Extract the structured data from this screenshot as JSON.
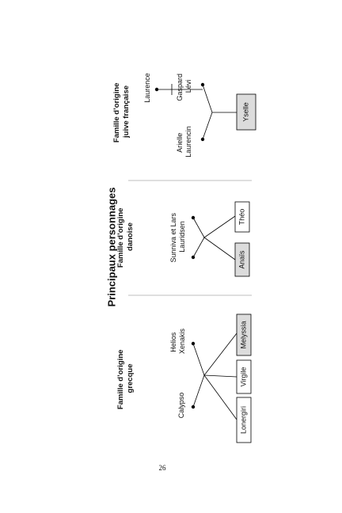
{
  "title": "Principaux personnages",
  "page_number": "26",
  "colors": {
    "box_plain": "#ffffff",
    "box_highlight": "#dcdcdc",
    "separator": "#aaaaaa"
  },
  "families": {
    "greek": {
      "heading": [
        "Famille d’origine",
        "grecque"
      ],
      "parent_a": [
        "Calypso"
      ],
      "parent_b": [
        "Helios",
        "Xenakis"
      ],
      "children": [
        {
          "name": "Lonergiri",
          "highlighted": false
        },
        {
          "name": "Virgile",
          "highlighted": false
        },
        {
          "name": "Melyssia",
          "highlighted": true
        }
      ]
    },
    "danish": {
      "heading": [
        "Famille d’origine",
        "danoise"
      ],
      "parents": [
        "Sunniva et Lars",
        "Lauridsen"
      ],
      "children": [
        {
          "name": "Anaïs",
          "highlighted": true
        },
        {
          "name": "Théo",
          "highlighted": false
        }
      ]
    },
    "french": {
      "heading": [
        "Famille d’origine",
        "juive française"
      ],
      "parent_a": [
        "Arielle",
        "Laurencin"
      ],
      "parent_b": [
        "Gaspard",
        "Lévi"
      ],
      "parent_c": [
        "Laurence"
      ],
      "children": [
        {
          "name": "Yselle",
          "highlighted": true
        }
      ]
    }
  }
}
